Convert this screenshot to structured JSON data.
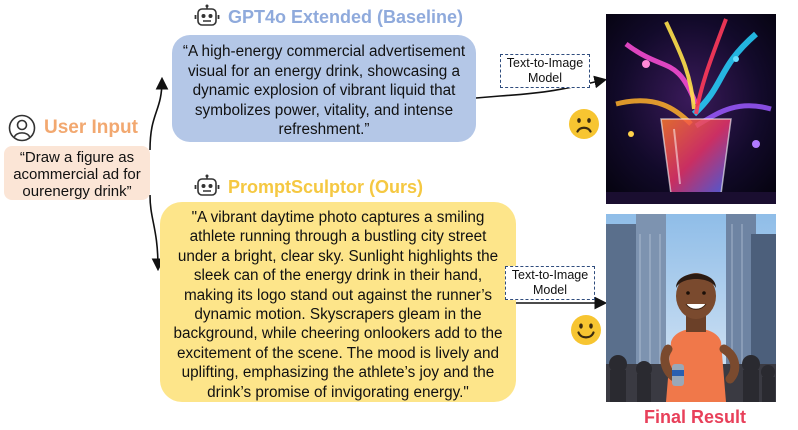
{
  "user_input": {
    "title": "User Input",
    "text_lines": [
      "“Draw a figure as",
      "acommercial ad for",
      "ourenergy drink”"
    ]
  },
  "baseline": {
    "title": "GPT4o Extended (Baseline)",
    "text_lines": [
      "“A high-energy commercial advertisement",
      "visual for an energy drink, showcasing a",
      "dynamic explosion of vibrant liquid that",
      "symbolizes power, vitality, and intense",
      "refreshment.”"
    ]
  },
  "ours": {
    "title": "PromptSculptor (Ours)",
    "text_lines": [
      "\"A vibrant daytime photo captures a smiling",
      "athlete running through a bustling city street",
      "under a bright, clear sky. Sunlight highlights the",
      "sleek can of the energy drink in their hand,",
      "making its logo stand out against the runner’s",
      "dynamic motion. Skyscrapers gleam in the",
      "background, while cheering onlookers add to the",
      "excitement of the scene. The mood is lively and",
      "uplifting, emphasizing the athlete’s joy and the",
      "drink’s promise of invigorating energy.\""
    ]
  },
  "model_1": {
    "lines": [
      "Text-to-Image",
      "Model"
    ]
  },
  "model_2": {
    "lines": [
      "Text-to-Image",
      "Model"
    ]
  },
  "final_label": "Final Result",
  "icons": {
    "user": "user-circle-icon",
    "robot": "robot-icon",
    "sad": "sad-face-icon",
    "happy": "happy-face-icon"
  },
  "colors": {
    "user_title": "#f2a870",
    "user_box": "#fbe5d6",
    "baseline_title": "#8faadc",
    "baseline_box": "#b4c7e7",
    "ours_title": "#f5c842",
    "ours_box": "#fde58a",
    "final_label": "#e8405a",
    "emoji": "#f7c531"
  }
}
